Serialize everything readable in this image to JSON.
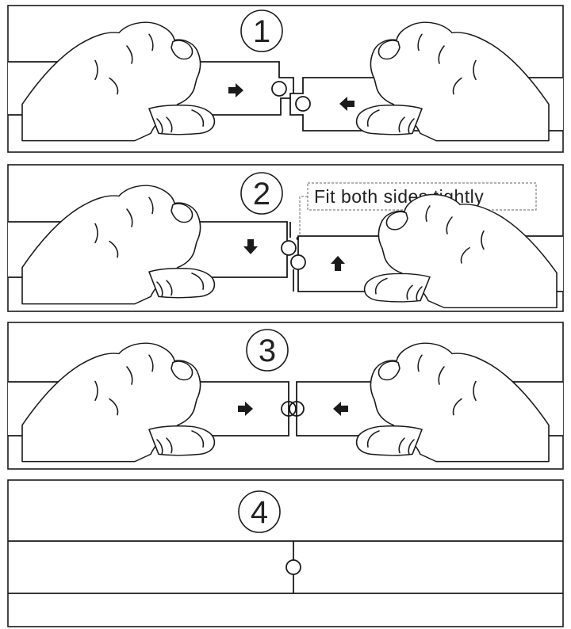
{
  "steps": [
    {
      "number": "1"
    },
    {
      "number": "2",
      "callout": "Fit both sides tightly"
    },
    {
      "number": "3"
    },
    {
      "number": "4"
    }
  ],
  "colors": {
    "stroke": "#1a1a1a",
    "background": "#ffffff"
  },
  "icons": [
    "hand-icon",
    "arrow-right-icon",
    "arrow-left-icon",
    "arrow-up-icon",
    "arrow-down-icon",
    "puzzle-joint-icon"
  ]
}
